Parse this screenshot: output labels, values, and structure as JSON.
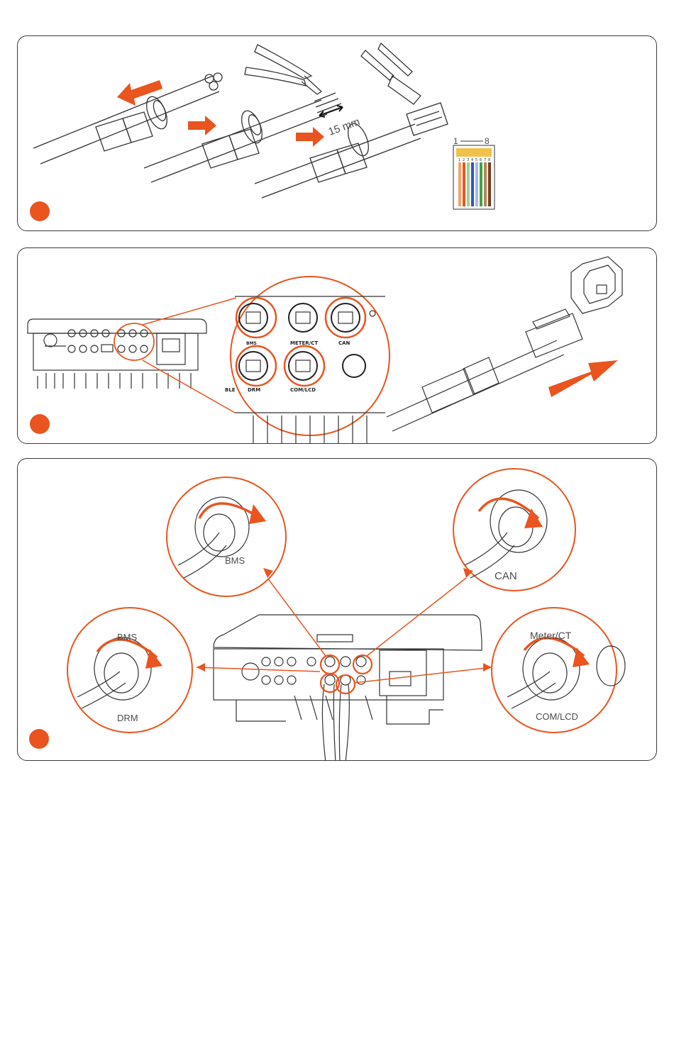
{
  "step_marker_color": "#e9541f",
  "outline_color": "#3a3a3a",
  "step1": {
    "strip_length": "15 mm",
    "pin_first": "1",
    "pin_last": "8",
    "pin_numbers": [
      "1",
      "2",
      "3",
      "4",
      "5",
      "6",
      "7",
      "8"
    ],
    "wire_colors": [
      "#f4a26b",
      "#e9541f",
      "#9fd38f",
      "#2f55c8",
      "#a3b6ff",
      "#3fa245",
      "#b7825a",
      "#7a3f1d"
    ]
  },
  "step2": {
    "port_labels": {
      "top_left": "BMS",
      "top_middle": "METER/CT",
      "top_right": "CAN",
      "bottom_left": "DRM",
      "bottom_middle": "COM/LCD",
      "edge_fragment": "BLE"
    }
  },
  "step3": {
    "callout_labels": {
      "bms_top": "BMS",
      "can": "CAN",
      "bms_left": "BMS",
      "drm": "DRM",
      "meter_ct": "Meter/CT",
      "com_lcd": "COM/LCD"
    }
  }
}
